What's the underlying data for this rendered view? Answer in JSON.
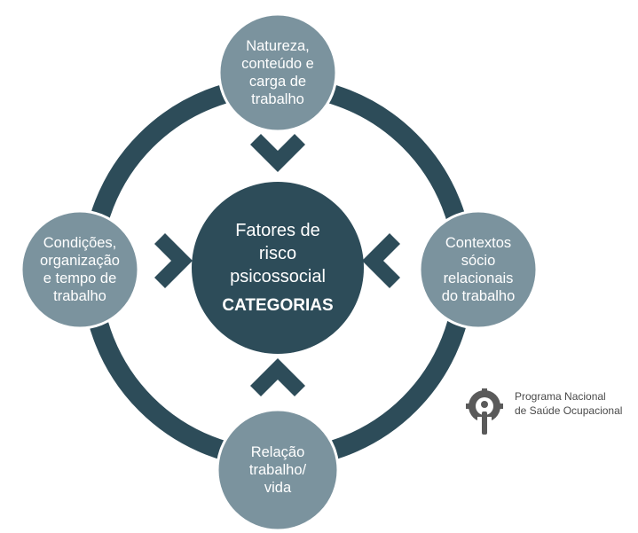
{
  "colors": {
    "ring": "#2d4c59",
    "center": "#2d4c59",
    "outer_node": "#7b939e",
    "outer_stroke": "#ffffff",
    "chevron": "#2d4c59",
    "text": "#ffffff",
    "logo_icon": "#5a5a5a",
    "logo_text": "#4a4a4a"
  },
  "center": {
    "lines": [
      "Fatores de",
      "risco",
      "psicossocial"
    ],
    "category_label": "CATEGORIAS"
  },
  "nodes": {
    "top": {
      "lines": [
        "Natureza,",
        "conteúdo e",
        "carga de",
        "trabalho"
      ]
    },
    "right": {
      "lines": [
        "Contextos",
        "sócio",
        "relacionais",
        "do trabalho"
      ]
    },
    "bottom": {
      "lines": [
        "Relação",
        "trabalho/",
        "vida"
      ]
    },
    "left": {
      "lines": [
        "Condições,",
        "organização",
        "e tempo de",
        "trabalho"
      ]
    }
  },
  "logo": {
    "icon": "gear-person-icon",
    "line1": "Programa Nacional",
    "line2": "de Saúde Ocupacional"
  }
}
